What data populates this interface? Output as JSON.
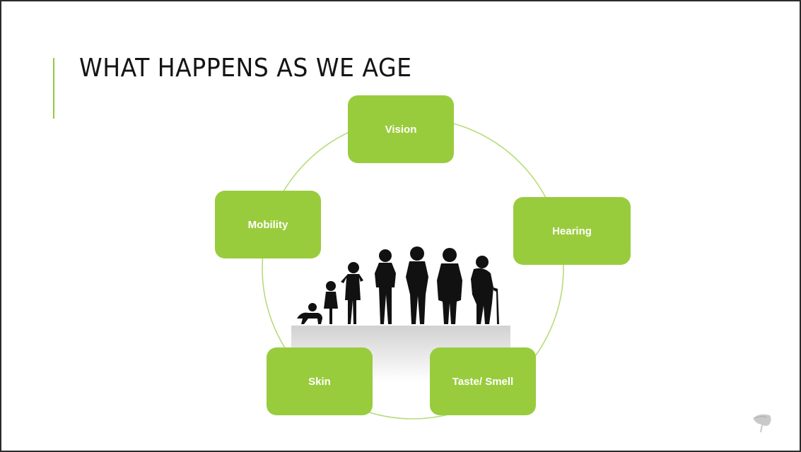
{
  "slide": {
    "title": "WHAT HAPPENS AS WE AGE",
    "accent_color": "#99cc3d",
    "ring_color": "#b5dc7a"
  },
  "cycle": {
    "nodes": [
      {
        "label": "Vision"
      },
      {
        "label": "Hearing"
      },
      {
        "label": "Taste/ Smell"
      },
      {
        "label": "Skin"
      },
      {
        "label": "Mobility"
      }
    ]
  },
  "illustration": {
    "icon": "human-life-stages-silhouette"
  },
  "logo": {
    "icon": "ginkgo-leaf-icon"
  }
}
